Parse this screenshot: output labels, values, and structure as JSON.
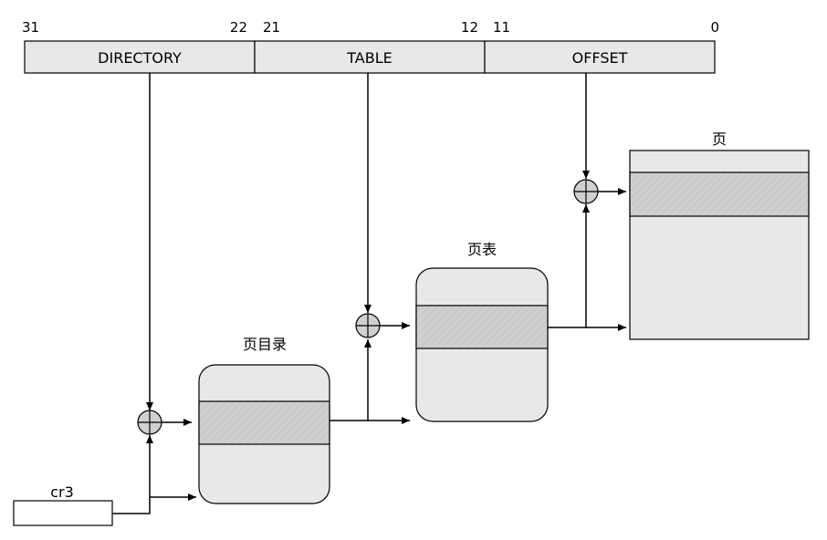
{
  "bit_positions": {
    "dir_high": "31",
    "dir_low": "22",
    "table_high": "21",
    "table_low": "12",
    "offset_high": "11",
    "offset_low": "0"
  },
  "fields": {
    "directory": "DIRECTORY",
    "table": "TABLE",
    "offset": "OFFSET"
  },
  "labels": {
    "page_directory": "页目录",
    "page_table": "页表",
    "page": "页",
    "cr3": "cr3"
  },
  "colors": {
    "field_fill": "#e8e8e8",
    "block_fill": "#e8e8e8",
    "entry_fill": "#cfcfcf",
    "stroke": "#000000"
  }
}
